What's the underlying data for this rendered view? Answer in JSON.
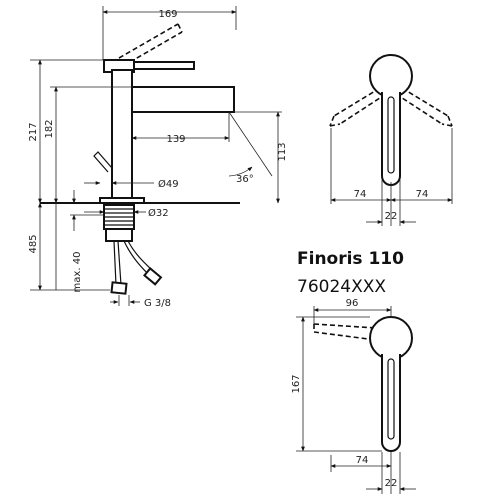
{
  "product": {
    "name": "Finoris 110",
    "code": "76024XXX"
  },
  "side_view": {
    "width_169": "169",
    "height_217": "217",
    "height_182": "182",
    "spout_139": "139",
    "spout_height_113": "113",
    "angle_36": "36°",
    "dia_49": "Ø49",
    "dia_32": "Ø32",
    "depth_485": "485",
    "max_40": "max. 40",
    "thread": "G 3/8"
  },
  "top_view_1": {
    "left_74": "74",
    "right_74": "74",
    "width_22": "22"
  },
  "top_view_2": {
    "width_96": "96",
    "height_167": "167",
    "width_74": "74",
    "width_22": "22"
  }
}
